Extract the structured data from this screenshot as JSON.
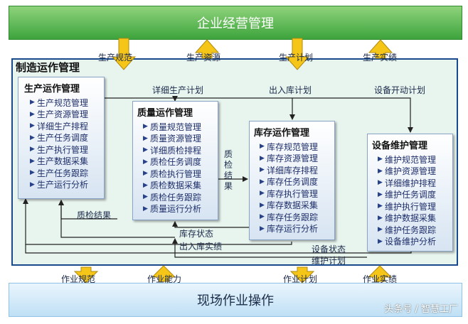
{
  "top_bar": {
    "label": "企业经营管理"
  },
  "bottom_bar": {
    "label": "现场作业操作"
  },
  "frame": {
    "title": "制造运作管理"
  },
  "top_flows": [
    "生产规范",
    "生产资源",
    "生产计划",
    "生产实绩"
  ],
  "bottom_flows": [
    "作业规范",
    "作业能力",
    "作业计划",
    "作业实绩"
  ],
  "boxes": {
    "production": {
      "title": "生产运作管理",
      "items": [
        "生产规范管理",
        "生产资源管理",
        "详细生产排程",
        "生产任务调度",
        "生产执行管理",
        "生产数据采集",
        "生产任务跟踪",
        "生产运行分析"
      ]
    },
    "quality": {
      "title": "质量运作管理",
      "items": [
        "质量规范管理",
        "质量资源管理",
        "详细质检排程",
        "质检任务调度",
        "质检执行管理",
        "质检数据采集",
        "质检任务跟踪",
        "质量运行分析"
      ]
    },
    "inventory": {
      "title": "库存运作管理",
      "items": [
        "库存规范管理",
        "库存资源管理",
        "详细库存排程",
        "库存任务调度",
        "库存执行管理",
        "库存数据采集",
        "库存任务跟踪",
        "库存运行分析"
      ]
    },
    "equipment": {
      "title": "设备维护管理",
      "items": [
        "维护规范管理",
        "维护资源管理",
        "详细维护排程",
        "维护任务调度",
        "维护执行管理",
        "维护数据采集",
        "维护任务跟踪",
        "设备维护分析"
      ]
    }
  },
  "flow_labels": {
    "detail_plan": "详细生产计划",
    "inout_plan": "出入库计划",
    "equip_plan": "设备开动计划",
    "qc_result_v": "质检结果",
    "qc_result": "质检结果",
    "stock_status": "库存状态",
    "inout_actual": "出入库实绩",
    "equip_status": "设备状态",
    "maint_plan": "维护计划"
  },
  "watermark": "头条号 / 智慧工厂",
  "colors": {
    "arrow_fill": "#f5c518",
    "arrow_stroke": "#b08a10",
    "frame_border": "#1b4a8c",
    "top_bar": "#3da43c",
    "bottom_bar": "#bfe0f5"
  }
}
